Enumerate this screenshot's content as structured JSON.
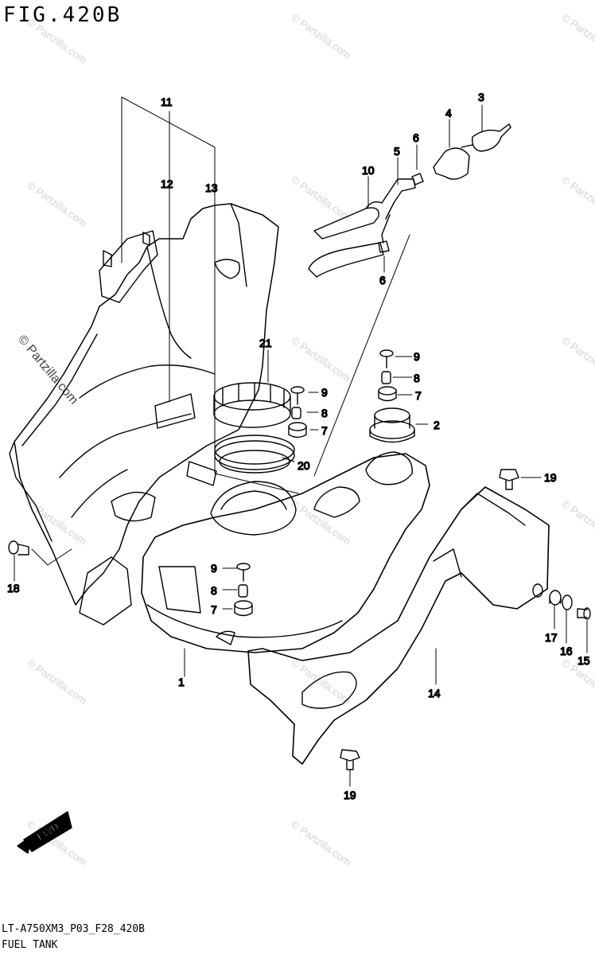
{
  "figure": {
    "title": "FIG.420B",
    "code": "LT-A750XM3_P03_F28_420B",
    "name": "FUEL TANK",
    "watermark": "© Partzilla.com"
  },
  "direction_badge": {
    "label": "FWD"
  },
  "callouts": [
    "1",
    "2",
    "3",
    "4",
    "5",
    "6",
    "6",
    "7",
    "7",
    "7",
    "8",
    "8",
    "8",
    "9",
    "9",
    "9",
    "10",
    "11",
    "12",
    "13",
    "14",
    "15",
    "16",
    "17",
    "18",
    "19",
    "19",
    "20",
    "21"
  ]
}
